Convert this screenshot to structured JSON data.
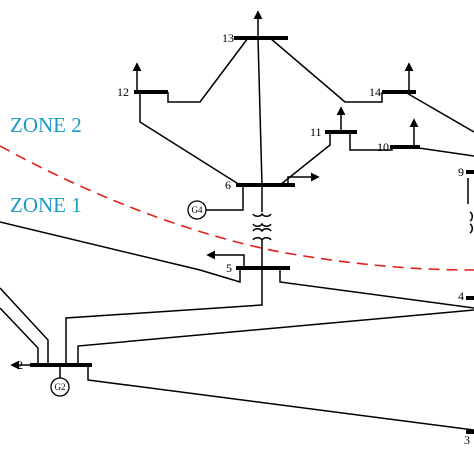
{
  "zones": [
    {
      "id": "zone-2",
      "label": "ZONE 2"
    },
    {
      "id": "zone-1",
      "label": "ZONE 1"
    }
  ],
  "buses": {
    "b2": "2",
    "b3": "3",
    "b4": "4",
    "b5": "5",
    "b6": "6",
    "b9": "9",
    "b10": "10",
    "b11": "11",
    "b12": "12",
    "b13": "13",
    "b14": "14"
  },
  "generators": {
    "g2": "G2",
    "g4": "G4"
  },
  "colors": {
    "zone_text": "#1a9bc6",
    "boundary": "#e0201c",
    "lines": "#000000"
  }
}
